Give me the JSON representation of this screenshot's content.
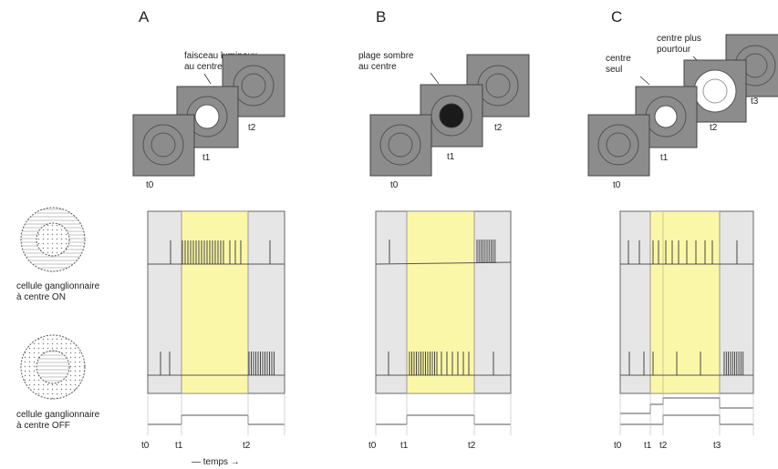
{
  "panels": [
    {
      "letter": "A",
      "callout": [
        "faisceau lumineux",
        "au centre"
      ],
      "frame_labels": [
        "t0",
        "t1",
        "t2"
      ],
      "time_labels": [
        "t0",
        "t1",
        "t2"
      ]
    },
    {
      "letter": "B",
      "callout": [
        "plage sombre",
        "au centre"
      ],
      "frame_labels": [
        "t0",
        "t1",
        "t2"
      ],
      "time_labels": [
        "t0",
        "t1",
        "t2"
      ]
    },
    {
      "letter": "C",
      "callout_centre": [
        "centre",
        "seul"
      ],
      "callout_surround": [
        "centre plus",
        "pourtour"
      ],
      "frame_labels": [
        "t0",
        "t1",
        "t2",
        "t3"
      ],
      "time_labels": [
        "t0",
        "t1",
        "t2",
        "t3"
      ]
    }
  ],
  "cells": {
    "on_label": [
      "cellule ganglionnaire",
      "à centre ON"
    ],
    "off_label": [
      "cellule ganglionnaire",
      "à centre OFF"
    ]
  },
  "time_axis_label": "— temps →",
  "colors": {
    "frame_gray": "#8c8c8c",
    "highlight_yellow": "#fbf7a8",
    "trace_bg": "#e6e6e6",
    "dark_spot": "#1a1a1a"
  }
}
